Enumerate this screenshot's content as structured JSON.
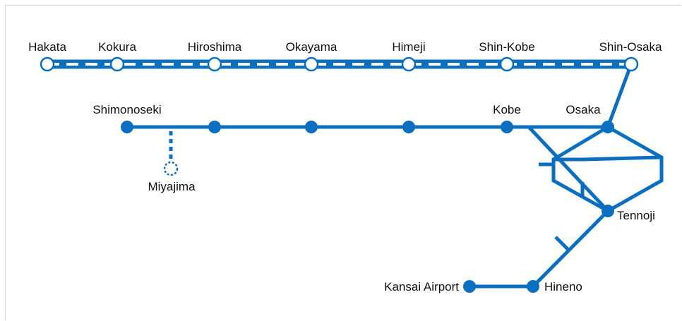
{
  "colors": {
    "line": "#0a6ec1",
    "label": "#111111",
    "background": "#ffffff",
    "frame": "#d6d6d6"
  },
  "shinkansen": {
    "stations": [
      {
        "id": "hakata",
        "name": "Hakata"
      },
      {
        "id": "kokura",
        "name": "Kokura"
      },
      {
        "id": "hiroshima",
        "name": "Hiroshima"
      },
      {
        "id": "okayama",
        "name": "Okayama"
      },
      {
        "id": "himeji",
        "name": "Himeji"
      },
      {
        "id": "shin-kobe",
        "name": "Shin-Kobe"
      },
      {
        "id": "shin-osaka",
        "name": "Shin-Osaka"
      }
    ]
  },
  "sanyo_line": {
    "shimonoseki": "Shimonoseki",
    "kobe": "Kobe",
    "osaka": "Osaka"
  },
  "ferry": {
    "miyajima": "Miyajima"
  },
  "loop_line": {
    "tennoji": "Tennoji"
  },
  "airport_line": {
    "hineno": "Hineno",
    "kansai_airport": "Kansai Airport"
  }
}
